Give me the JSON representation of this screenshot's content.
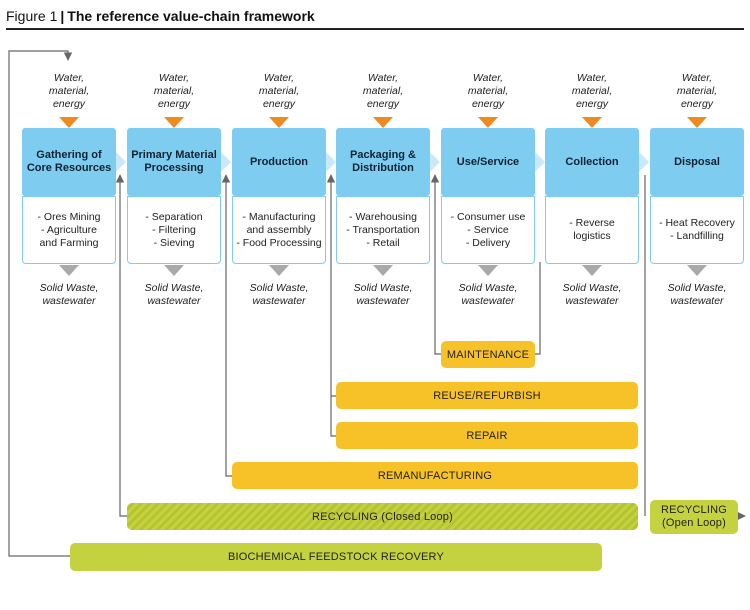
{
  "figure": {
    "label": "Figure 1",
    "separator": "|",
    "title": "The reference value-chain framework"
  },
  "stages": [
    {
      "inputs": [
        "Water,",
        "material,",
        "energy"
      ],
      "title": [
        "Gathering of",
        "Core Resources"
      ],
      "activities": [
        "- Ores Mining",
        "- Agriculture",
        "and Farming"
      ],
      "outputs": [
        "Solid Waste,",
        "wastewater"
      ]
    },
    {
      "inputs": [
        "Water,",
        "material,",
        "energy"
      ],
      "title": [
        "Primary Material",
        "Processing"
      ],
      "activities": [
        "- Separation",
        "- Filtering",
        "- Sieving"
      ],
      "outputs": [
        "Solid Waste,",
        "wastewater"
      ]
    },
    {
      "inputs": [
        "Water,",
        "material,",
        "energy"
      ],
      "title": [
        "Production"
      ],
      "activities": [
        "- Manufacturing",
        "and assembly",
        "- Food Processing"
      ],
      "outputs": [
        "Solid Waste,",
        "wastewater"
      ]
    },
    {
      "inputs": [
        "Water,",
        "material,",
        "energy"
      ],
      "title": [
        "Packaging &",
        "Distribution"
      ],
      "activities": [
        "- Warehousing",
        "- Transportation",
        "- Retail"
      ],
      "outputs": [
        "Solid Waste,",
        "wastewater"
      ]
    },
    {
      "inputs": [
        "Water,",
        "material,",
        "energy"
      ],
      "title": [
        "Use/Service"
      ],
      "activities": [
        "- Consumer use",
        "- Service",
        "- Delivery"
      ],
      "outputs": [
        "Solid Waste,",
        "wastewater"
      ]
    },
    {
      "inputs": [
        "Water,",
        "material,",
        "energy"
      ],
      "title": [
        "Collection"
      ],
      "activities": [
        "- Reverse",
        "logistics"
      ],
      "outputs": [
        "Solid Waste,",
        "wastewater"
      ]
    },
    {
      "inputs": [
        "Water,",
        "material,",
        "energy"
      ],
      "title": [
        "Disposal"
      ],
      "activities": [
        "- Heat Recovery",
        "- Landfilling"
      ],
      "outputs": [
        "Solid Waste,",
        "wastewater"
      ]
    }
  ],
  "loops": {
    "maintenance": "MAINTENANCE",
    "reuse": "REUSE/REFURBISH",
    "repair": "REPAIR",
    "remanufacturing": "REMANUFACTURING",
    "recycling_closed": "RECYCLING (Closed Loop)",
    "recycling_open": [
      "RECYCLING",
      "(Open Loop)"
    ],
    "biochemical": "BIOCHEMICAL FEEDSTOCK RECOVERY"
  },
  "colors": {
    "stage_blue": "#7ecdf0",
    "input_arrow": "#ef8a1f",
    "output_arrow": "#a9a9a9",
    "loop_amber": "#f6c228",
    "loop_olive": "#c5d240",
    "connector": "#666666"
  },
  "icons": {
    "input_marker": "orange-down-triangle",
    "output_marker": "gray-down-triangle",
    "flow_marker": "light-blue-chevron"
  }
}
